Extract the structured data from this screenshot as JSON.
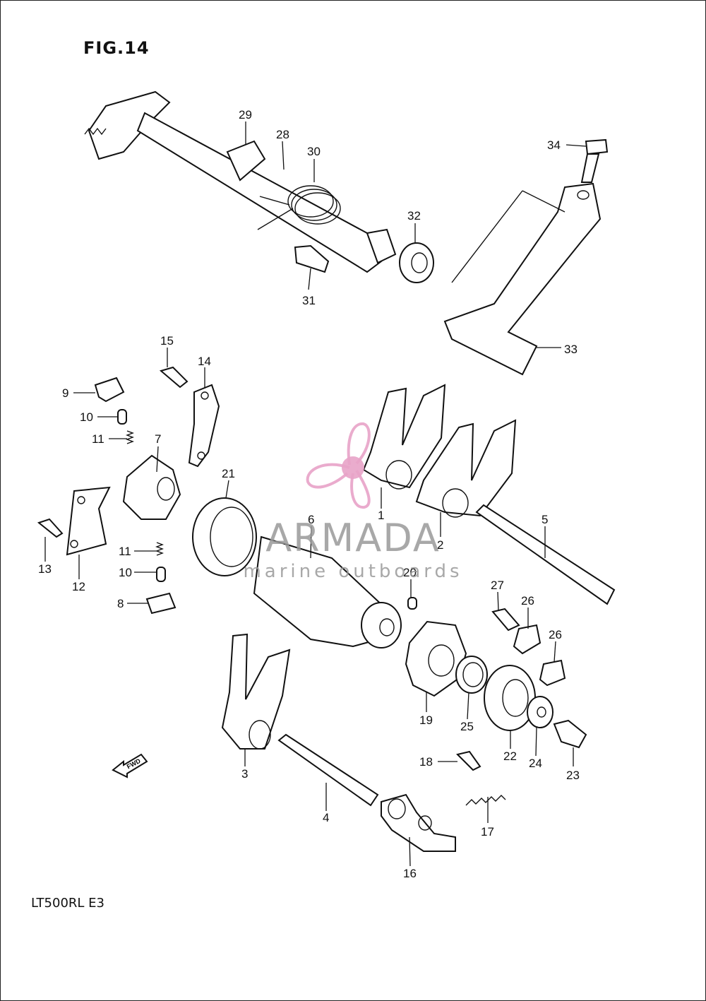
{
  "figure": {
    "title": "FIG.14",
    "model_code": "LT500RL  E3"
  },
  "watermark": {
    "brand": "ARMADA",
    "tagline": "marine outboards",
    "icon": "propeller-icon",
    "colors": {
      "propeller": "#e8a3c8",
      "text": "#9a9a9a"
    }
  },
  "callouts": [
    {
      "id": "29",
      "text": "29"
    },
    {
      "id": "28",
      "text": "28"
    },
    {
      "id": "30",
      "text": "30"
    },
    {
      "id": "34",
      "text": "34"
    },
    {
      "id": "32",
      "text": "32"
    },
    {
      "id": "31",
      "text": "31"
    },
    {
      "id": "33",
      "text": "33"
    },
    {
      "id": "15",
      "text": "15"
    },
    {
      "id": "14",
      "text": "14"
    },
    {
      "id": "9",
      "text": "9"
    },
    {
      "id": "10a",
      "text": "10"
    },
    {
      "id": "11a",
      "text": "11"
    },
    {
      "id": "7",
      "text": "7"
    },
    {
      "id": "21",
      "text": "21"
    },
    {
      "id": "6",
      "text": "6"
    },
    {
      "id": "1",
      "text": "1"
    },
    {
      "id": "2",
      "text": "2"
    },
    {
      "id": "5",
      "text": "5"
    },
    {
      "id": "13",
      "text": "13"
    },
    {
      "id": "12",
      "text": "12"
    },
    {
      "id": "11b",
      "text": "11"
    },
    {
      "id": "10b",
      "text": "10"
    },
    {
      "id": "8",
      "text": "8"
    },
    {
      "id": "20",
      "text": "20"
    },
    {
      "id": "27",
      "text": "27"
    },
    {
      "id": "26a",
      "text": "26"
    },
    {
      "id": "26b",
      "text": "26"
    },
    {
      "id": "19",
      "text": "19"
    },
    {
      "id": "25",
      "text": "25"
    },
    {
      "id": "22",
      "text": "22"
    },
    {
      "id": "24",
      "text": "24"
    },
    {
      "id": "23",
      "text": "23"
    },
    {
      "id": "3",
      "text": "3"
    },
    {
      "id": "18",
      "text": "18"
    },
    {
      "id": "17",
      "text": "17"
    },
    {
      "id": "4",
      "text": "4"
    },
    {
      "id": "16",
      "text": "16"
    }
  ],
  "fwd_arrow": {
    "label": "FWD",
    "icon": "forward-arrow-icon"
  }
}
